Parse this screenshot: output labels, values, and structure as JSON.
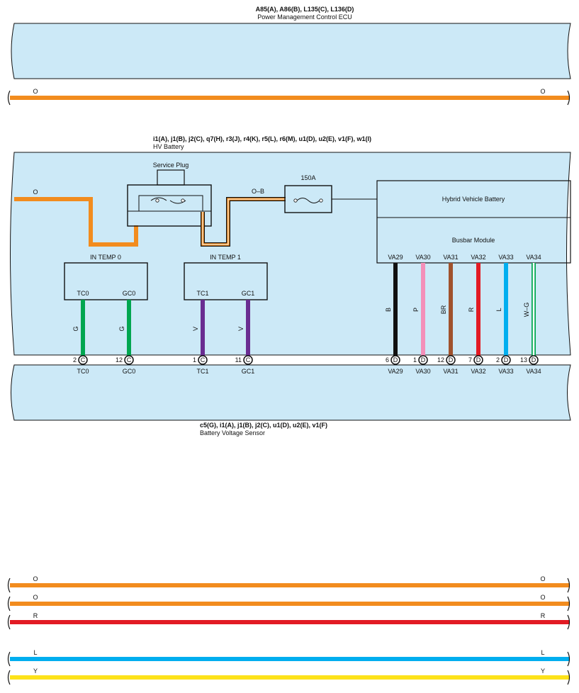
{
  "ecu": {
    "connectors": "A85(A), A86(B), L135(C), L136(D)",
    "name": "Power Management Control ECU",
    "wire_color_left": "O",
    "wire_color_right": "O"
  },
  "hv_battery": {
    "connectors": "i1(A), j1(B), j2(C), q7(H), r3(J), r4(K), r5(L), r6(M), u1(D), u2(E), v1(F), w1(I)",
    "name": "HV Battery",
    "input_wire_color": "O",
    "service_plug_label": "Service Plug",
    "link_wire_color": "O–B",
    "fuse_label": "150A",
    "hybrid_battery_label": "Hybrid Vehicle Battery",
    "busbar_label": "Busbar Module",
    "temp0_label": "IN TEMP 0",
    "temp1_label": "IN TEMP 1",
    "temp0_pins": [
      "TC0",
      "GC0"
    ],
    "temp1_pins": [
      "TC1",
      "GC1"
    ],
    "temp_wire_colors": [
      "G",
      "G",
      "V",
      "V"
    ],
    "busbar_pins": [
      "VA29",
      "VA30",
      "VA31",
      "VA32",
      "VA33",
      "VA34"
    ],
    "busbar_wire_colors": [
      "B",
      "P",
      "BR",
      "R",
      "L",
      "W–G"
    ]
  },
  "terminals": [
    {
      "num": "2",
      "conn": "C",
      "label": "TC0"
    },
    {
      "num": "12",
      "conn": "C",
      "label": "GC0"
    },
    {
      "num": "1",
      "conn": "C",
      "label": "TC1"
    },
    {
      "num": "11",
      "conn": "C",
      "label": "GC1"
    },
    {
      "num": "6",
      "conn": "D",
      "label": "VA29"
    },
    {
      "num": "1",
      "conn": "D",
      "label": "VA30"
    },
    {
      "num": "12",
      "conn": "D",
      "label": "VA31"
    },
    {
      "num": "7",
      "conn": "D",
      "label": "VA32"
    },
    {
      "num": "2",
      "conn": "D",
      "label": "VA33"
    },
    {
      "num": "13",
      "conn": "D",
      "label": "VA34"
    }
  ],
  "sensor": {
    "connectors": "c5(G), i1(A), j1(B), j2(C), u1(D), u2(E), v1(F)",
    "name": "Battery Voltage Sensor"
  },
  "bottom_wires": [
    {
      "left": "O",
      "right": "O",
      "color": "#f28c1e"
    },
    {
      "left": "O",
      "right": "O",
      "color": "#f28c1e"
    },
    {
      "left": "R",
      "right": "R",
      "color": "#e21b24"
    },
    {
      "left": "L",
      "right": "L",
      "color": "#00aeef"
    },
    {
      "left": "Y",
      "right": "Y",
      "color": "#fde21a"
    }
  ],
  "colors": {
    "component_fill": "#cce9f7",
    "orange": "#f28c1e",
    "green": "#00a650",
    "violet": "#6a2d91",
    "black": "#111111",
    "pink": "#f48fb9",
    "brown": "#a0522d",
    "red": "#e21b24",
    "blue": "#00aeef",
    "yellow": "#fde21a",
    "white_green": "#00a650"
  }
}
